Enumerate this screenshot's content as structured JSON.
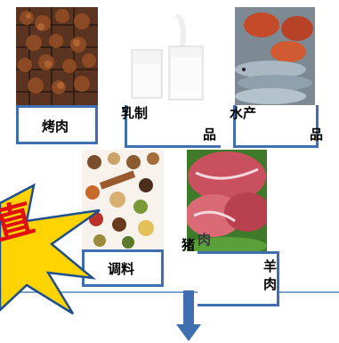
{
  "items": {
    "bbq": {
      "label": "烤肉"
    },
    "dairy": {
      "label_line1": "乳制",
      "label_line2": "品"
    },
    "seafood": {
      "label_line1": "水产",
      "label_line2": "品"
    },
    "spices": {
      "label": "调料"
    },
    "pork": {
      "label": "猪",
      "label_tail": "肉"
    },
    "mutton": {
      "label_line1": "羊",
      "label_line2": "肉"
    }
  },
  "burst": {
    "text": "直"
  },
  "colors": {
    "box_border": "#3f6fb0",
    "burst_fill": "#ffd400",
    "burst_stroke": "#1f4f8f",
    "burst_text": "#e01010",
    "arrow": "#3f6fb0"
  }
}
